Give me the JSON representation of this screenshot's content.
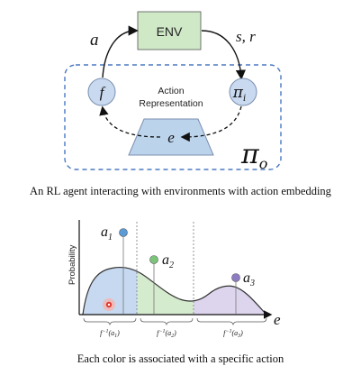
{
  "diagram": {
    "env_label": "ENV",
    "action_label": "a",
    "state_reward_label": "s, r",
    "f_label": "f",
    "pi_i_label": "π",
    "pi_i_sub": "i",
    "representation_line1": "Action",
    "representation_line2": "Representation",
    "e_label": "e",
    "pi_o_label": "π",
    "pi_o_sub": "o",
    "colors": {
      "env_fill": "#cfe8c6",
      "node_fill": "#c9daf0",
      "trapezoid_fill": "#bcd3ec",
      "dashed_box": "#4a78c2"
    }
  },
  "captions": {
    "top": "An RL agent interacting with environments with action embedding",
    "bottom": "Each color is associated with a specific action"
  },
  "density_plot": {
    "ylabel": "Probability",
    "xlabel": "e",
    "actions": [
      {
        "label": "a",
        "sub": "1",
        "color": "#5b9bd5"
      },
      {
        "label": "a",
        "sub": "2",
        "color": "#7cc47a"
      },
      {
        "label": "a",
        "sub": "3",
        "color": "#8e7cc3"
      }
    ],
    "regions": [
      {
        "label": "f",
        "sup": "−1",
        "arg": "(a",
        "argsub": "1",
        "close": ")",
        "color": "#c6d9f0"
      },
      {
        "label": "f",
        "sup": "−1",
        "arg": "(a",
        "argsub": "2",
        "close": ")",
        "color": "#d5ebcd"
      },
      {
        "label": "f",
        "sup": "−1",
        "arg": "(a",
        "argsub": "3",
        "close": ")",
        "color": "#ddd5ee"
      }
    ],
    "sample_point_color": "#e03a2f"
  }
}
